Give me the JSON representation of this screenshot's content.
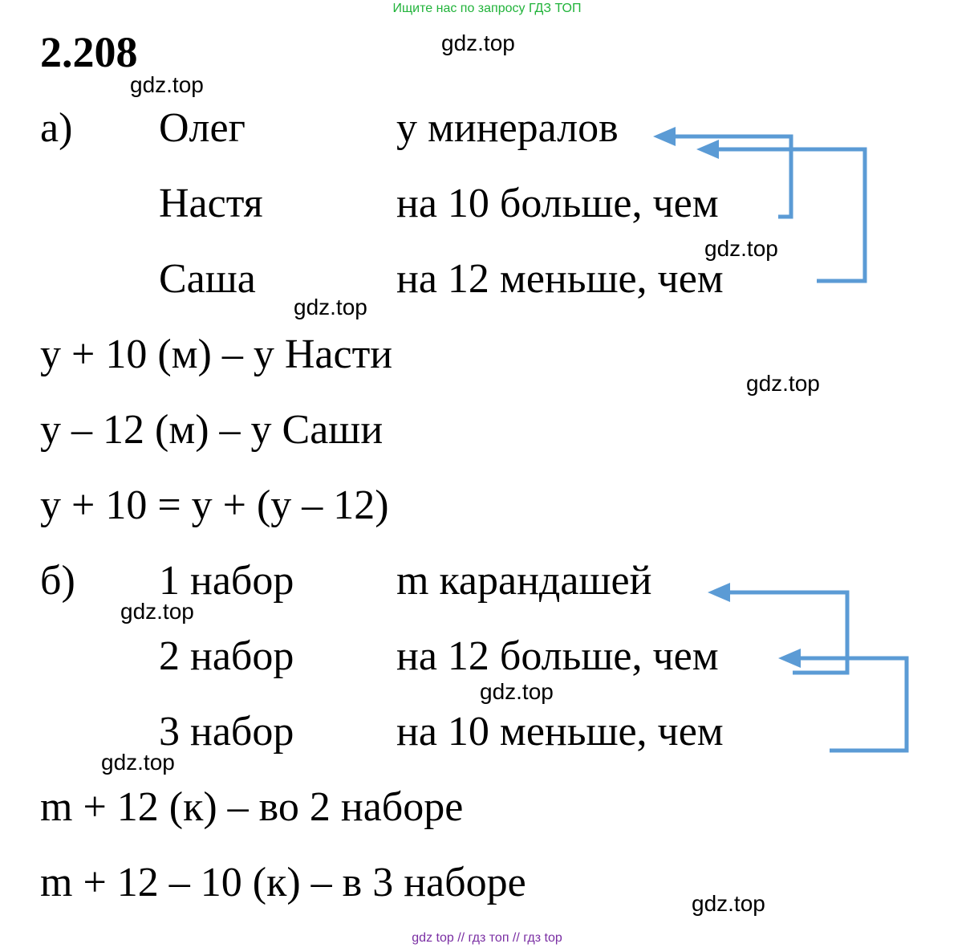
{
  "banner": "Ищите нас по запросу ГДЗ ТОП",
  "problem_number": "2.208",
  "watermark": "gdz.top",
  "part_a": {
    "label": "а)",
    "rows": [
      {
        "name": "Олег",
        "desc": "у минералов"
      },
      {
        "name": "Настя",
        "desc": "на 10 больше, чем"
      },
      {
        "name": "Саша",
        "desc": "на 12 меньше, чем"
      }
    ],
    "equations": [
      "y + 10 (м) – у Насти",
      "y – 12 (м) – у Саши",
      "y + 10 = y + (y – 12)"
    ]
  },
  "part_b": {
    "label": "б)",
    "rows": [
      {
        "name": "1 набор",
        "desc": "m карандашей"
      },
      {
        "name": "2 набор",
        "desc": "на 12 больше, чем"
      },
      {
        "name": "3 набор",
        "desc": "на 10 меньше, чем"
      }
    ],
    "equations": [
      "m + 12 (к) – во 2 наборе",
      "m + 12 – 10 (к) – в 3 наборе"
    ]
  },
  "footer": "gdz top  //  гдз топ  //  гдз top",
  "colors": {
    "arrow": "#5b9bd5",
    "banner": "#21b33a",
    "footer": "#7a2ea3"
  }
}
